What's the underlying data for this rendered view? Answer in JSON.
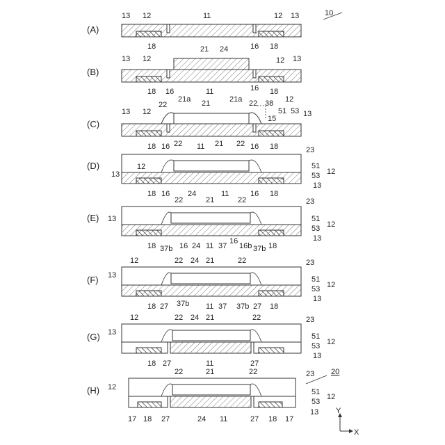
{
  "figure": {
    "number_label": "10",
    "number_label_h": "20",
    "axis_y": "Y",
    "axis_x": "X"
  },
  "stages": [
    {
      "label": "(A)"
    },
    {
      "label": "(B)"
    },
    {
      "label": "(C)"
    },
    {
      "label": "(D)"
    },
    {
      "label": "(E)"
    },
    {
      "label": "(F)"
    },
    {
      "label": "(G)"
    },
    {
      "label": "(H)"
    }
  ],
  "refs": {
    "A": {
      "top": [
        "13",
        "12",
        "11",
        "12",
        "13"
      ],
      "bottom": [
        "18",
        "16",
        "18"
      ]
    },
    "B": {
      "top": [
        "13",
        "12",
        "21",
        "24",
        "12",
        "13"
      ],
      "bottom": [
        "18",
        "16",
        "11",
        "16",
        "18"
      ]
    },
    "C": {
      "top": [
        "13",
        "12",
        "22",
        "21a",
        "21",
        "21a",
        "22",
        "38",
        "12",
        "51",
        "53",
        "13",
        "15"
      ],
      "bottom": [
        "18",
        "16",
        "22",
        "11",
        "21",
        "22",
        "16",
        "18"
      ]
    },
    "D": {
      "side": [
        "13",
        "23",
        "51",
        "53",
        "12",
        "13"
      ],
      "bottom": [
        "18",
        "16",
        "24",
        "11",
        "16",
        "18"
      ],
      "top": [
        "12"
      ]
    },
    "E": {
      "side": [
        "13",
        "23",
        "51",
        "53",
        "12",
        "13"
      ],
      "top": [
        "22",
        "21",
        "22"
      ],
      "bottom": [
        "18",
        "37b",
        "16",
        "24",
        "11",
        "37",
        "16",
        "16b",
        "37b",
        "18"
      ]
    },
    "F": {
      "side": [
        "12",
        "13",
        "23",
        "51",
        "53",
        "12",
        "13"
      ],
      "top": [
        "22",
        "24",
        "21",
        "22"
      ],
      "bottom": [
        "18",
        "27",
        "37b",
        "11",
        "37",
        "37b",
        "27",
        "18"
      ]
    },
    "G": {
      "side": [
        "12",
        "13",
        "23",
        "51",
        "53",
        "12",
        "13"
      ],
      "top": [
        "22",
        "24",
        "21",
        "22"
      ],
      "bottom": [
        "18",
        "27",
        "11",
        "27"
      ]
    },
    "H": {
      "side": [
        "12",
        "23",
        "51",
        "53",
        "12",
        "13"
      ],
      "top": [
        "22",
        "21",
        "22"
      ],
      "bottom": [
        "17",
        "18",
        "27",
        "24",
        "11",
        "27",
        "18",
        "17"
      ]
    }
  }
}
